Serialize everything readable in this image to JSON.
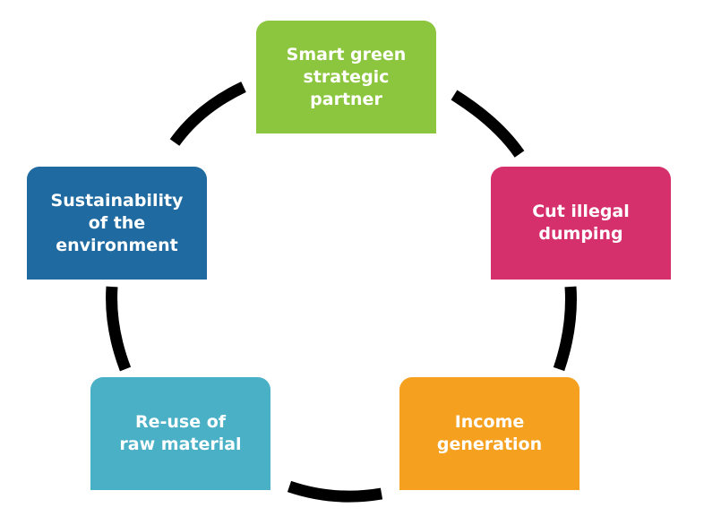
{
  "diagram": {
    "nodes": [
      {
        "label": "Smart green\nstrategic\npartner",
        "color": "#8cc63f"
      },
      {
        "label": "Cut illegal\ndumping",
        "color": "#d6306c"
      },
      {
        "label": "Income\ngeneration",
        "color": "#f5a01f"
      },
      {
        "label": "Re-use of\nraw material",
        "color": "#4ab0c6"
      },
      {
        "label": "Sustainability\nof the\nenvironment",
        "color": "#1f6aa0"
      }
    ],
    "connector_color": "#000000"
  }
}
